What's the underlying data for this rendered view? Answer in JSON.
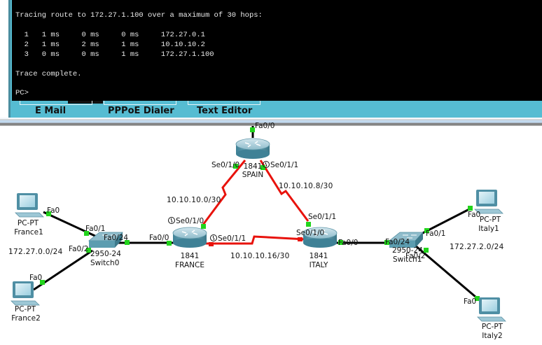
{
  "terminal": {
    "lines": [
      "Tracing route to 172.27.1.100 over a maximum of 30 hops:",
      "",
      "  1   1 ms     0 ms     0 ms     172.27.0.1",
      "  2   1 ms     2 ms     1 ms     10.10.10.2",
      "  3   0 ms     0 ms     1 ms     172.27.1.100",
      "",
      "Trace complete.",
      "",
      "PC>"
    ],
    "hops": [
      {
        "hop": "1",
        "t1": "1 ms",
        "t2": "0 ms",
        "t3": "0 ms",
        "address": "172.27.0.1"
      },
      {
        "hop": "2",
        "t1": "1 ms",
        "t2": "2 ms",
        "t3": "1 ms",
        "address": "10.10.10.2"
      },
      {
        "hop": "3",
        "t1": "0 ms",
        "t2": "0 ms",
        "t3": "1 ms",
        "address": "172.27.1.100"
      }
    ],
    "prompt": "PC>"
  },
  "desktop_tabs": [
    {
      "label": "E Mail"
    },
    {
      "label": "PPPoE Dialer"
    },
    {
      "label": "Text Editor"
    }
  ],
  "topology": {
    "devices": {
      "spain": {
        "model": "1841",
        "name": "SPAIN",
        "type": "router"
      },
      "france": {
        "model": "1841",
        "name": "FRANCE",
        "type": "router"
      },
      "italy": {
        "model": "1841",
        "name": "ITALY",
        "type": "router"
      },
      "switch0": {
        "model": "2950-24",
        "name": "Switch0",
        "type": "switch"
      },
      "switch1": {
        "model": "2950-24",
        "name": "Switch1",
        "type": "switch"
      },
      "france1": {
        "model": "PC-PT",
        "name": "France1",
        "type": "pc"
      },
      "france2": {
        "model": "PC-PT",
        "name": "France2",
        "type": "pc"
      },
      "italy1": {
        "model": "PC-PT",
        "name": "Italy1",
        "type": "pc"
      },
      "italy2": {
        "model": "PC-PT",
        "name": "Italy2",
        "type": "pc"
      }
    },
    "ports": {
      "spain_fa": "Fa0/0",
      "spain_se0": "Se0/1/0",
      "spain_se1": "Se0/1/1",
      "france_se0": "Se0/1/0",
      "france_se1": "Se0/1/1",
      "france_fa": "Fa0/0",
      "italy_se1": "Se0/1/1",
      "italy_se0": "Se0/1/0",
      "italy_fa": "Fa0/0",
      "sw0_fa1": "Fa0/1",
      "sw0_fa2": "Fa0/2",
      "sw0_fa24": "Fa0/24",
      "sw1_fa24": "Fa0/24",
      "sw1_fa1": "Fa0/1",
      "sw1_fa2": "Fa0/2",
      "france1_fa": "Fa0",
      "france2_fa": "Fa0",
      "italy1_fa": "Fa0",
      "italy2_fa": "Fa0"
    },
    "networks": {
      "france_spain": "10.10.10.0/30",
      "spain_italy": "10.10.10.8/30",
      "france_italy": "10.10.10.16/30",
      "lan_france": "172.27.0.0/24",
      "lan_italy": "172.27.2.0/24"
    },
    "colors": {
      "serial_link": "#e8120c",
      "ethernet_link": "#000000",
      "port_up": "#22d41c",
      "port_down": "#e8120c",
      "terminal_bg": "#000000",
      "frame_accent": "#56bcd2"
    }
  }
}
